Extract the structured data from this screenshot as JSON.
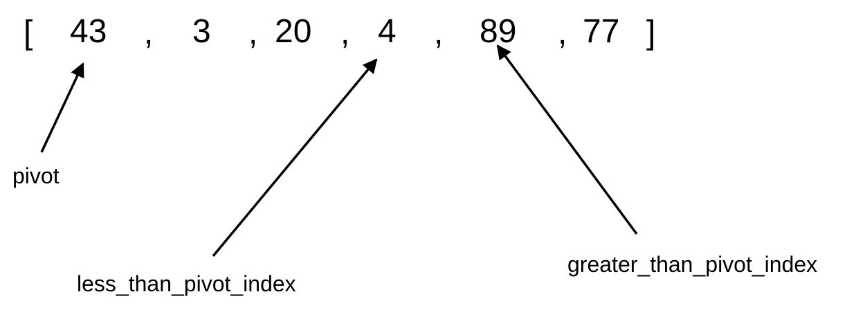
{
  "array": {
    "open_bracket": "[",
    "close_bracket": "]",
    "separator": ",",
    "values": [
      "43",
      "3",
      "20",
      "4",
      "89",
      "77"
    ]
  },
  "labels": {
    "pivot": "pivot",
    "less": "less_than_pivot_index",
    "greater": "greater_than_pivot_index"
  },
  "colors": {
    "ink": "#000000",
    "background": "#ffffff"
  }
}
